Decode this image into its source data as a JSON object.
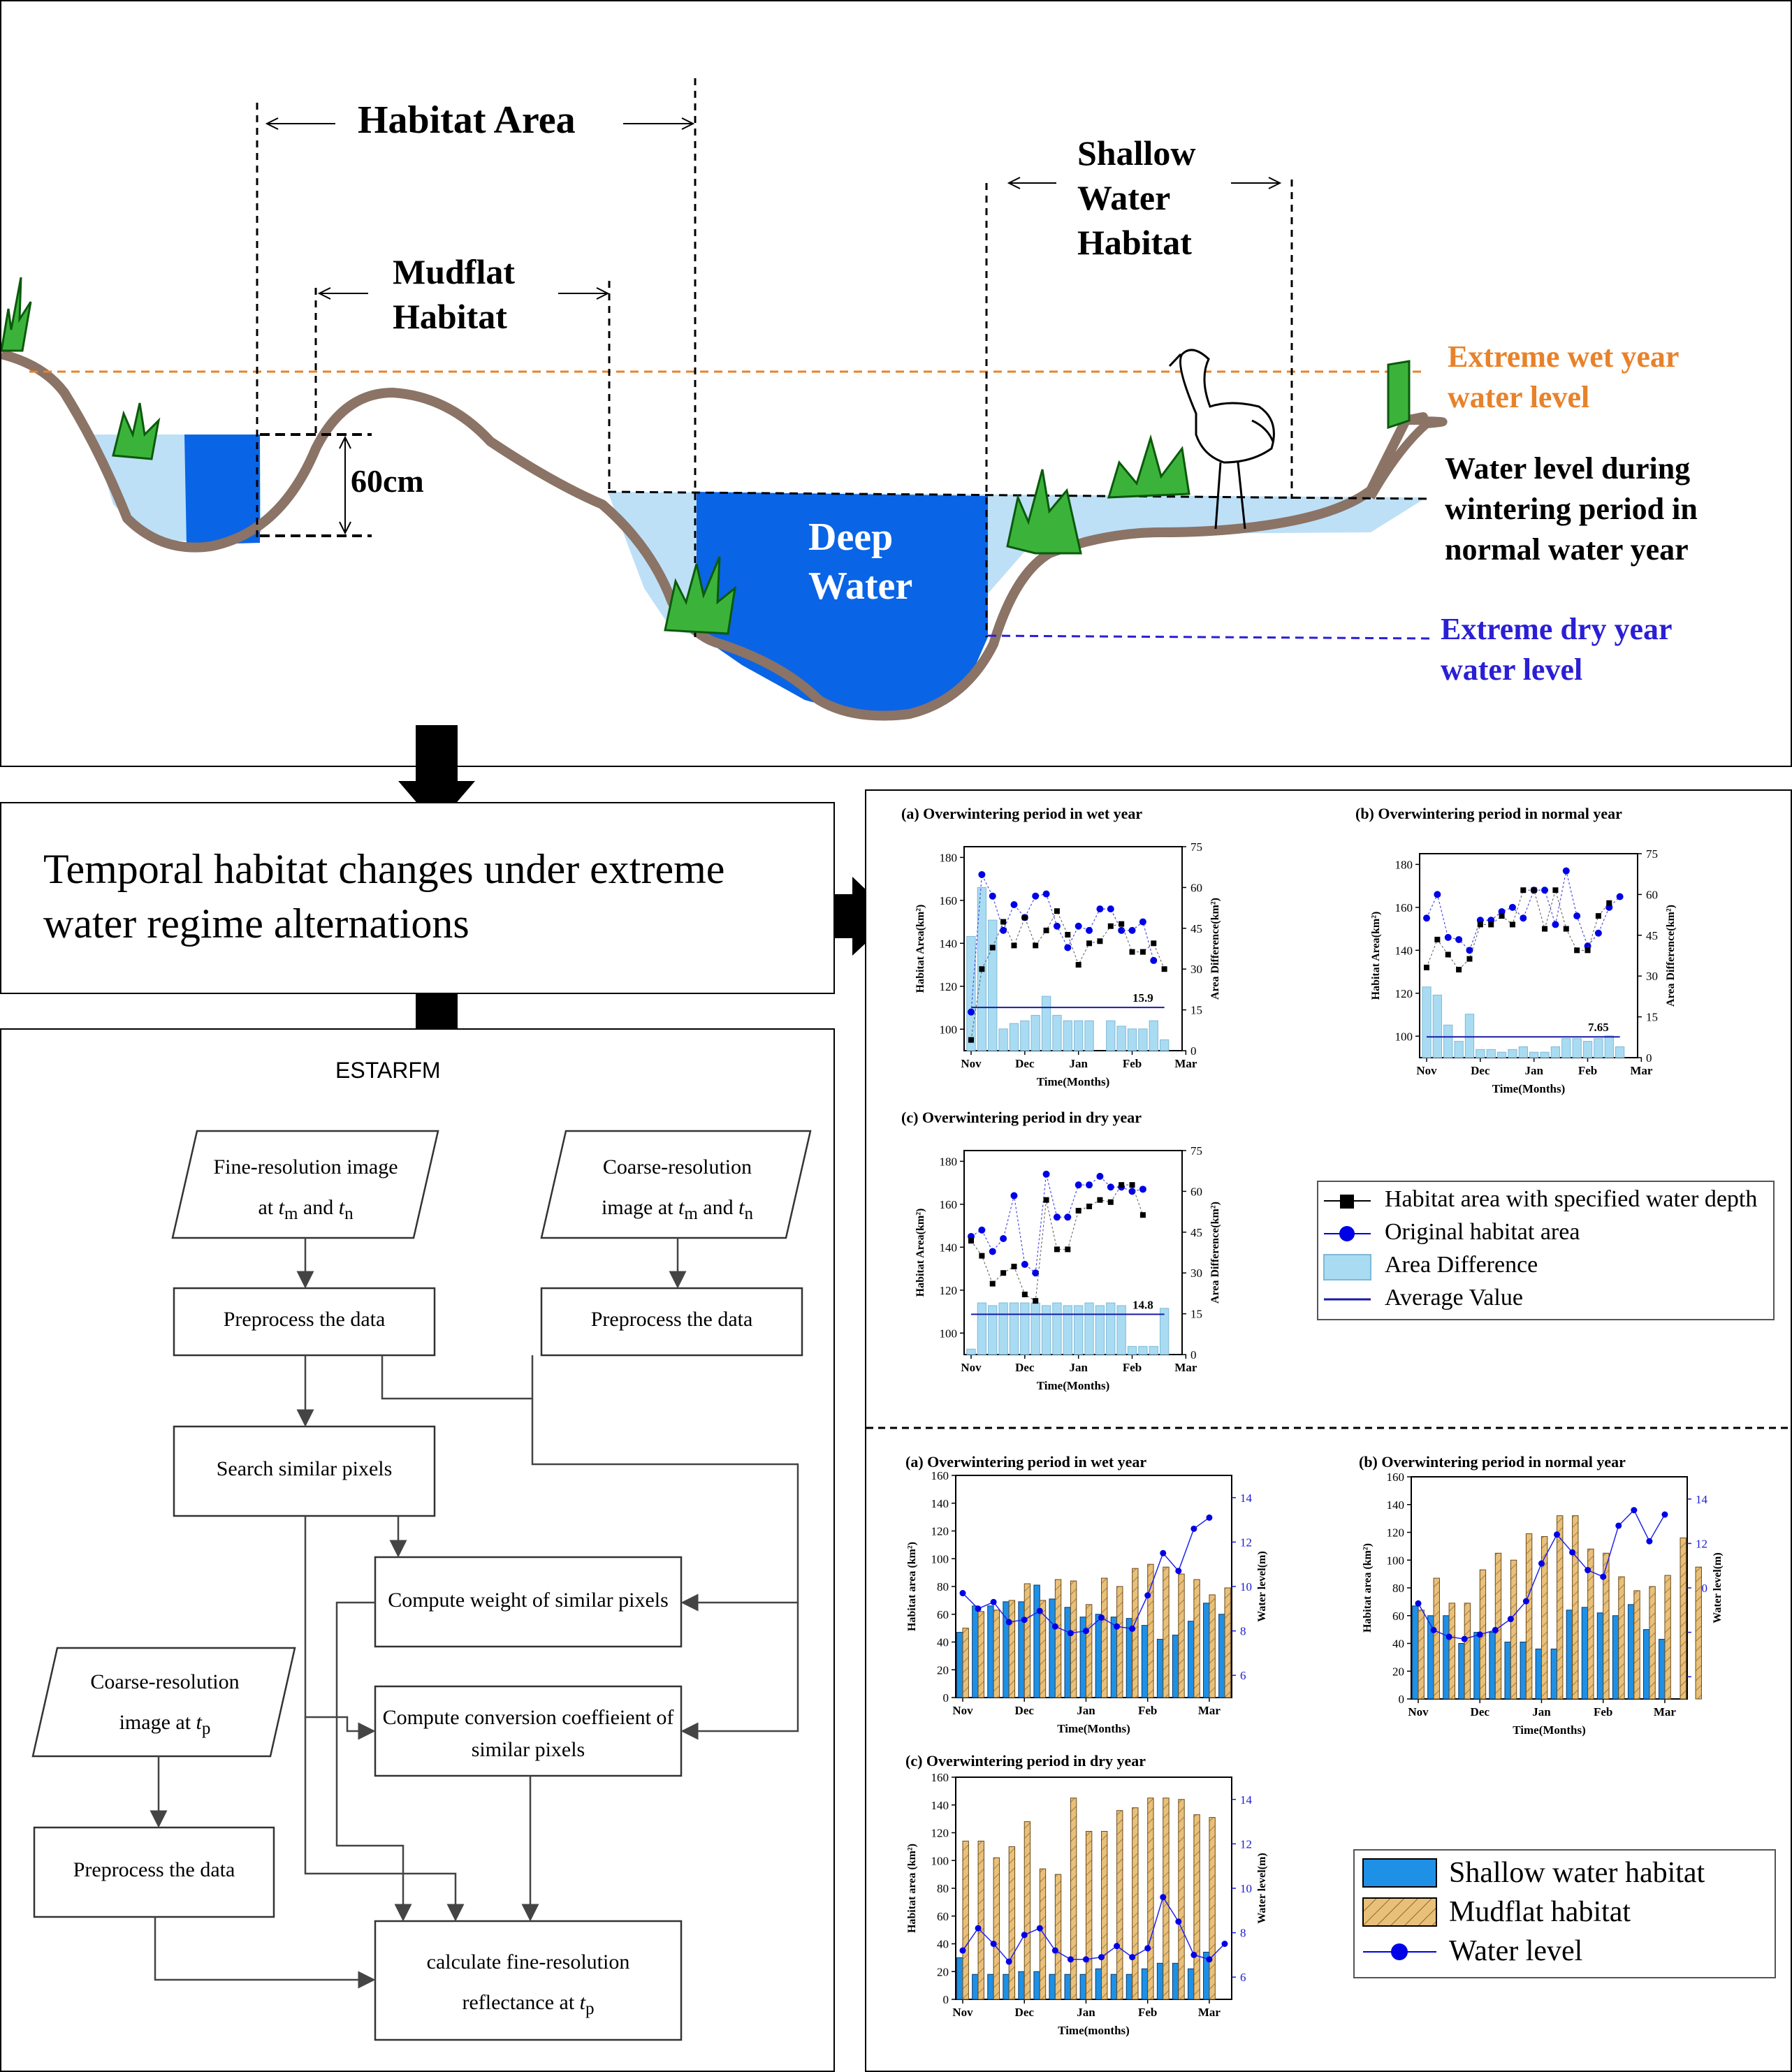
{
  "cross_section": {
    "habitat_area": "Habitat Area",
    "mudflat_habitat": [
      "Mudflat",
      "Habitat"
    ],
    "shallow_water_habitat": [
      "Shallow",
      "Water",
      "Habitat"
    ],
    "depth_label": "60cm",
    "deep_water": [
      "Deep",
      "Water"
    ],
    "extreme_wet": [
      "Extreme wet year",
      "water level"
    ],
    "normal_wintering": [
      "Water level during",
      "wintering period in",
      "normal water year"
    ],
    "extreme_dry": [
      "Extreme dry year",
      "water level"
    ],
    "colors": {
      "wet": "#e8822a",
      "dry": "#2a1fd6",
      "deep_water": "#0a64e6",
      "shallow_water": "#bde0f7",
      "soil": "#8b7366"
    }
  },
  "temporal_box": {
    "line1": "Temporal habitat changes under extreme",
    "line2": "water regime alternations"
  },
  "flowchart": {
    "title": "ESTARFM",
    "fine_image": {
      "line1": "Fine-resolution image",
      "line2a": "at ",
      "tm": "t",
      "tm_sub": "m",
      "and": " and ",
      "tn": "t",
      "tn_sub": "n"
    },
    "coarse_image_mn": {
      "line1": "Coarse-resolution",
      "line2a": "image at ",
      "tm": "t",
      "tm_sub": "m",
      "and": " and ",
      "tn": "t",
      "tn_sub": "n"
    },
    "preprocess_1": "Preprocess the data",
    "preprocess_2": "Preprocess the data",
    "search": "Search similar pixels",
    "weight": "Compute weight of similar pixels",
    "conversion": {
      "line1": "Compute conversion coeffieient of",
      "line2": "similar pixels"
    },
    "coarse_image_p": {
      "line1": "Coarse-resolution",
      "line2a": "image at ",
      "tp": "t",
      "tp_sub": "p"
    },
    "preprocess_3": "Preprocess the data",
    "calculate": {
      "line1": "calculate fine-resolution",
      "line2a": "reflectance at ",
      "tp": "t",
      "tp_sub": "p"
    }
  },
  "chart_data": [
    {
      "type": "bar+line",
      "title": "(a) Overwintering period in wet year",
      "xlabel": "Time(Months)",
      "ylabel": "Habitat Area(km²)",
      "y2label": "Area Difference(km²)",
      "ylim": [
        90,
        185
      ],
      "y2lim": [
        0,
        75
      ],
      "yticks": [
        100,
        120,
        140,
        160,
        180
      ],
      "y2ticks": [
        0,
        15,
        30,
        45,
        60,
        75
      ],
      "month_ticks": [
        "Nov",
        "Dec",
        "Jan",
        "Feb",
        "Mar"
      ],
      "month_index": [
        0,
        5,
        10,
        15,
        20
      ],
      "average": 15.9,
      "average_label": "15.9",
      "area_difference": [
        42,
        60,
        48,
        8,
        10,
        11,
        13,
        20,
        13,
        11,
        11,
        11,
        0,
        11,
        9,
        8,
        8,
        11,
        4
      ],
      "original": [
        108,
        172,
        162,
        146,
        158,
        152,
        162,
        163,
        148,
        138,
        148,
        146,
        156,
        156,
        146,
        146,
        150,
        132
      ],
      "specified": [
        95,
        128,
        138,
        150,
        139,
        152,
        139,
        146,
        155,
        144,
        130,
        140,
        141,
        148,
        149,
        136,
        136,
        140,
        128
      ]
    },
    {
      "type": "bar+line",
      "title": "(b) Overwintering period in normal year",
      "xlabel": "Time(Months)",
      "ylabel": "Habitat Area(km²)",
      "y2label": "Area Difference(km²)",
      "ylim": [
        90,
        185
      ],
      "y2lim": [
        0,
        75
      ],
      "yticks": [
        100,
        120,
        140,
        160,
        180
      ],
      "y2ticks": [
        0,
        15,
        30,
        45,
        60,
        75
      ],
      "month_ticks": [
        "Nov",
        "Dec",
        "Jan",
        "Feb",
        "Mar"
      ],
      "month_index": [
        0,
        5,
        10,
        15,
        20
      ],
      "average": 7.65,
      "average_label": "7.65",
      "area_difference": [
        26,
        23,
        12,
        6,
        16,
        3,
        3,
        2,
        3,
        4,
        2,
        2,
        4,
        7,
        7,
        6,
        7,
        8,
        4
      ],
      "original": [
        155,
        166,
        146,
        145,
        140,
        154,
        154,
        158,
        160,
        155,
        168,
        168,
        152,
        177,
        156,
        142,
        148,
        160,
        165
      ],
      "specified": [
        132,
        145,
        138,
        131,
        136,
        152,
        152,
        156,
        152,
        168,
        168,
        150,
        168,
        150,
        140,
        140,
        156,
        162
      ]
    },
    {
      "type": "bar+line",
      "title": "(c) Overwintering period in dry year",
      "xlabel": "Time(Months)",
      "ylabel": "Habitat Area(km²)",
      "y2label": "Area Difference(km²)",
      "ylim": [
        90,
        185
      ],
      "y2lim": [
        0,
        75
      ],
      "yticks": [
        100,
        120,
        140,
        160,
        180
      ],
      "y2ticks": [
        0,
        15,
        30,
        45,
        60,
        75
      ],
      "month_ticks": [
        "Nov",
        "Dec",
        "Jan",
        "Feb",
        "Mar"
      ],
      "month_index": [
        0,
        5,
        10,
        15,
        20
      ],
      "average": 14.8,
      "average_label": "14.8",
      "area_difference": [
        2,
        19,
        18,
        19,
        19,
        19,
        19,
        18,
        19,
        18,
        18,
        19,
        18,
        19,
        18,
        3,
        3,
        3,
        17
      ],
      "original": [
        145,
        148,
        138,
        144,
        164,
        132,
        128,
        174,
        154,
        154,
        169,
        169,
        173,
        168,
        168,
        166,
        167
      ],
      "specified": [
        143,
        136,
        123,
        128,
        131,
        118,
        115,
        162,
        139,
        139,
        157,
        159,
        162,
        161,
        169,
        169,
        155
      ],
      "legend": [
        "Habitat area with specified water depth",
        "Original habitat area",
        "Area Difference",
        "Average Value"
      ]
    },
    {
      "type": "stacked-bar+line",
      "title": "(a) Overwintering period in wet year",
      "xlabel": "Time(Months)",
      "ylabel": "Habitat area (km²)",
      "y2label": "Water level(m)",
      "ylim": [
        0,
        160
      ],
      "y2lim": [
        5,
        15
      ],
      "yticks": [
        0,
        20,
        40,
        60,
        80,
        100,
        120,
        140,
        160
      ],
      "y2ticks": [
        6,
        8,
        10,
        12,
        14
      ],
      "month_ticks": [
        "Nov",
        "Dec",
        "Jan",
        "Feb",
        "Mar"
      ],
      "month_index": [
        0,
        4,
        8,
        12,
        16
      ],
      "shallow": [
        47,
        66,
        66,
        69,
        69,
        81,
        71,
        65,
        58,
        60,
        58,
        57,
        52,
        42,
        45,
        55,
        68,
        60
      ],
      "mudflat": [
        50,
        62,
        63,
        70,
        82,
        70,
        85,
        84,
        67,
        86,
        80,
        93,
        96,
        94,
        89,
        85,
        74,
        79
      ],
      "water_level": [
        9.7,
        9.0,
        9.3,
        8.4,
        8.5,
        8.9,
        8.2,
        7.9,
        8.0,
        8.6,
        8.2,
        8.1,
        9.6,
        11.5,
        10.7,
        12.6,
        13.1
      ],
      "legend": [
        "Shallow water habitat",
        "Mudflat habitat",
        "Water level"
      ]
    },
    {
      "type": "stacked-bar+line",
      "title": "(b) Overwintering period in normal year",
      "xlabel": "Time(Months)",
      "ylabel": "Habitat area (km²)",
      "y2label": "Water level(m)",
      "ylim": [
        0,
        160
      ],
      "y2lim": [
        5,
        15
      ],
      "yticks": [
        0,
        20,
        40,
        60,
        80,
        100,
        120,
        140,
        160
      ],
      "y2ticks": [
        6,
        8,
        10,
        12,
        14
      ],
      "month_ticks": [
        "Nov",
        "Dec",
        "Jan",
        "Feb",
        "Mar"
      ],
      "month_index": [
        0,
        4,
        8,
        12,
        16
      ],
      "shallow": [
        67,
        60,
        60,
        40,
        48,
        48,
        41,
        41,
        36,
        36,
        64,
        66,
        62,
        60,
        68,
        50,
        43
      ],
      "mudflat": [
        64,
        87,
        69,
        69,
        93,
        105,
        100,
        119,
        117,
        132,
        132,
        108,
        105,
        88,
        78,
        81,
        89,
        116,
        95
      ],
      "water_level": [
        9.3,
        8.1,
        7.8,
        7.7,
        7.9,
        8.1,
        8.6,
        9.4,
        11.1,
        12.4,
        11.6,
        10.8,
        10.5,
        12.8,
        13.5,
        12.1,
        13.3
      ],
      "legend": [
        "Shallow water habitat",
        "Mudflat habitat",
        "Water level"
      ]
    },
    {
      "type": "stacked-bar+line",
      "title": "(c) Overwintering period in dry year",
      "xlabel": "Time(months)",
      "ylabel": "Habitat area (km²)",
      "y2label": "Water level(m)",
      "ylim": [
        0,
        160
      ],
      "y2lim": [
        5,
        15
      ],
      "yticks": [
        0,
        20,
        40,
        60,
        80,
        100,
        120,
        140,
        160
      ],
      "y2ticks": [
        6,
        8,
        10,
        12,
        14
      ],
      "month_ticks": [
        "Nov",
        "Dec",
        "Jan",
        "Feb",
        "Mar"
      ],
      "month_index": [
        0,
        4,
        8,
        12,
        16
      ],
      "shallow": [
        30,
        18,
        18,
        18,
        20,
        20,
        18,
        18,
        18,
        22,
        18,
        18,
        22,
        26,
        26,
        22,
        34
      ],
      "mudflat": [
        114,
        114,
        102,
        110,
        128,
        94,
        90,
        145,
        121,
        121,
        136,
        138,
        145,
        145,
        144,
        133,
        131
      ],
      "water_level": [
        7.2,
        8.2,
        7.5,
        6.7,
        7.9,
        8.2,
        7.2,
        6.8,
        6.8,
        6.9,
        7.4,
        6.9,
        7.3,
        9.6,
        8.5,
        7.0,
        6.8,
        7.5
      ],
      "legend": [
        "Shallow water habitat",
        "Mudflat habitat",
        "Water level"
      ]
    }
  ]
}
